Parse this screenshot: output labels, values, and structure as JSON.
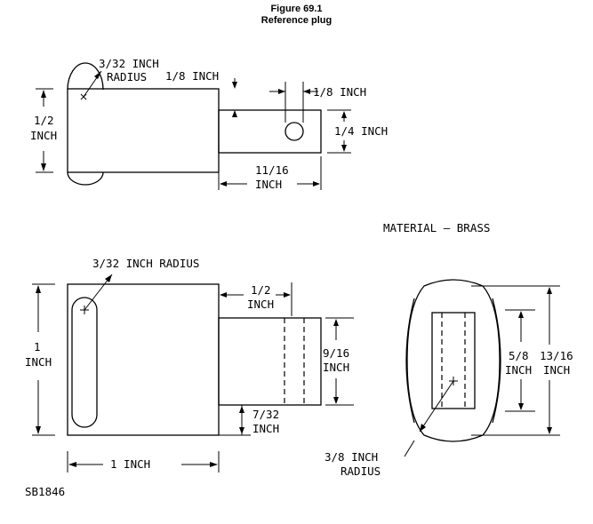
{
  "header": {
    "figure_number": "Figure 69.1",
    "figure_caption": "Reference plug"
  },
  "labels": {
    "top_radius_line1": "3/32 INCH",
    "top_radius_line2": "RADIUS",
    "top_eighth_a": "1/8 INCH",
    "top_eighth_b": "1/8 INCH",
    "top_half_line1": "1/2",
    "top_half_line2": "INCH",
    "top_quarter": "1/4 INCH",
    "top_eleven_line1": "11/16",
    "top_eleven_line2": "INCH",
    "material": "MATERIAL  –  BRASS",
    "side_radius": "3/32 INCH RADIUS",
    "side_half_line1": "1/2",
    "side_half_line2": "INCH",
    "side_one_line1": "1",
    "side_one_line2": "INCH",
    "side_nine_line1": "9/16",
    "side_nine_line2": "INCH",
    "side_seven_line1": "7/32",
    "side_seven_line2": "INCH",
    "side_bottom_one": "1 INCH",
    "end_five_line1": "5/8",
    "end_five_line2": "INCH",
    "end_thirteen_line1": "13/16",
    "end_thirteen_line2": "INCH",
    "end_radius_line1": "3/8 INCH",
    "end_radius_line2": "RADIUS",
    "drawing_id": "SB1846"
  }
}
